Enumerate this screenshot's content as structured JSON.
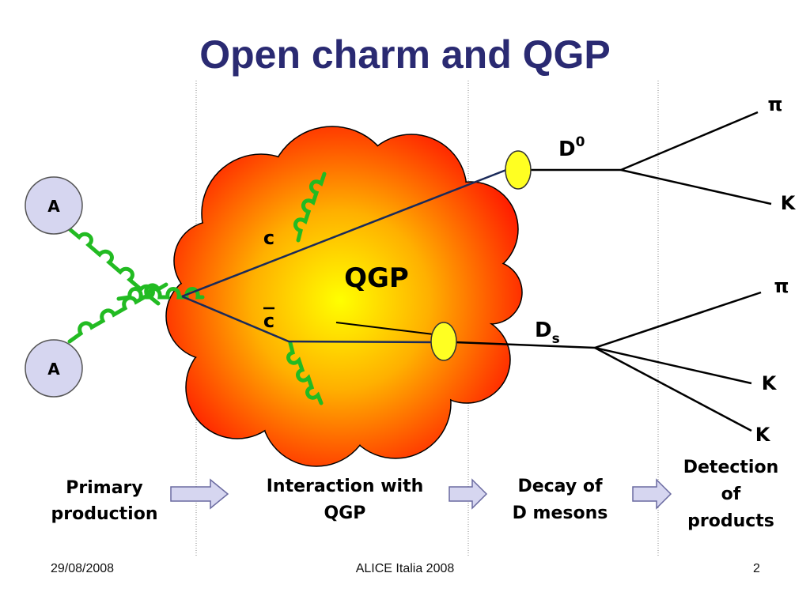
{
  "slide": {
    "title": "Open charm and QGP",
    "footer": {
      "date": "29/08/2008",
      "center": "ALICE Italia 2008",
      "page": "2"
    }
  },
  "diagram": {
    "nuclei": [
      "A",
      "A"
    ],
    "medium_label": "QGP",
    "quark_c": "c",
    "quark_cbar": "c",
    "meson_d0": {
      "main": "D",
      "sup": "0"
    },
    "meson_ds": {
      "main": "D",
      "sub": "s"
    },
    "products": [
      "π",
      "K",
      "π",
      "K",
      "K"
    ],
    "stages": [
      {
        "line1": "Primary",
        "line2": "production"
      },
      {
        "line1": "Interaction with",
        "line2": "QGP"
      },
      {
        "line1": "Decay of",
        "line2": "D mesons"
      },
      {
        "line1": "Detection",
        "line2": "of",
        "line3": "products"
      }
    ]
  },
  "colors": {
    "title": "#2a2a72",
    "nucleus_fill": "#d6d6f0",
    "gluon": "#22bb22",
    "quark_line": "#1a2a5a",
    "meson_fill": "#ffff22",
    "qgp_center": "#ffff00",
    "qgp_edge": "#ff1a00",
    "arrow_fill": "#d6d6f0"
  }
}
